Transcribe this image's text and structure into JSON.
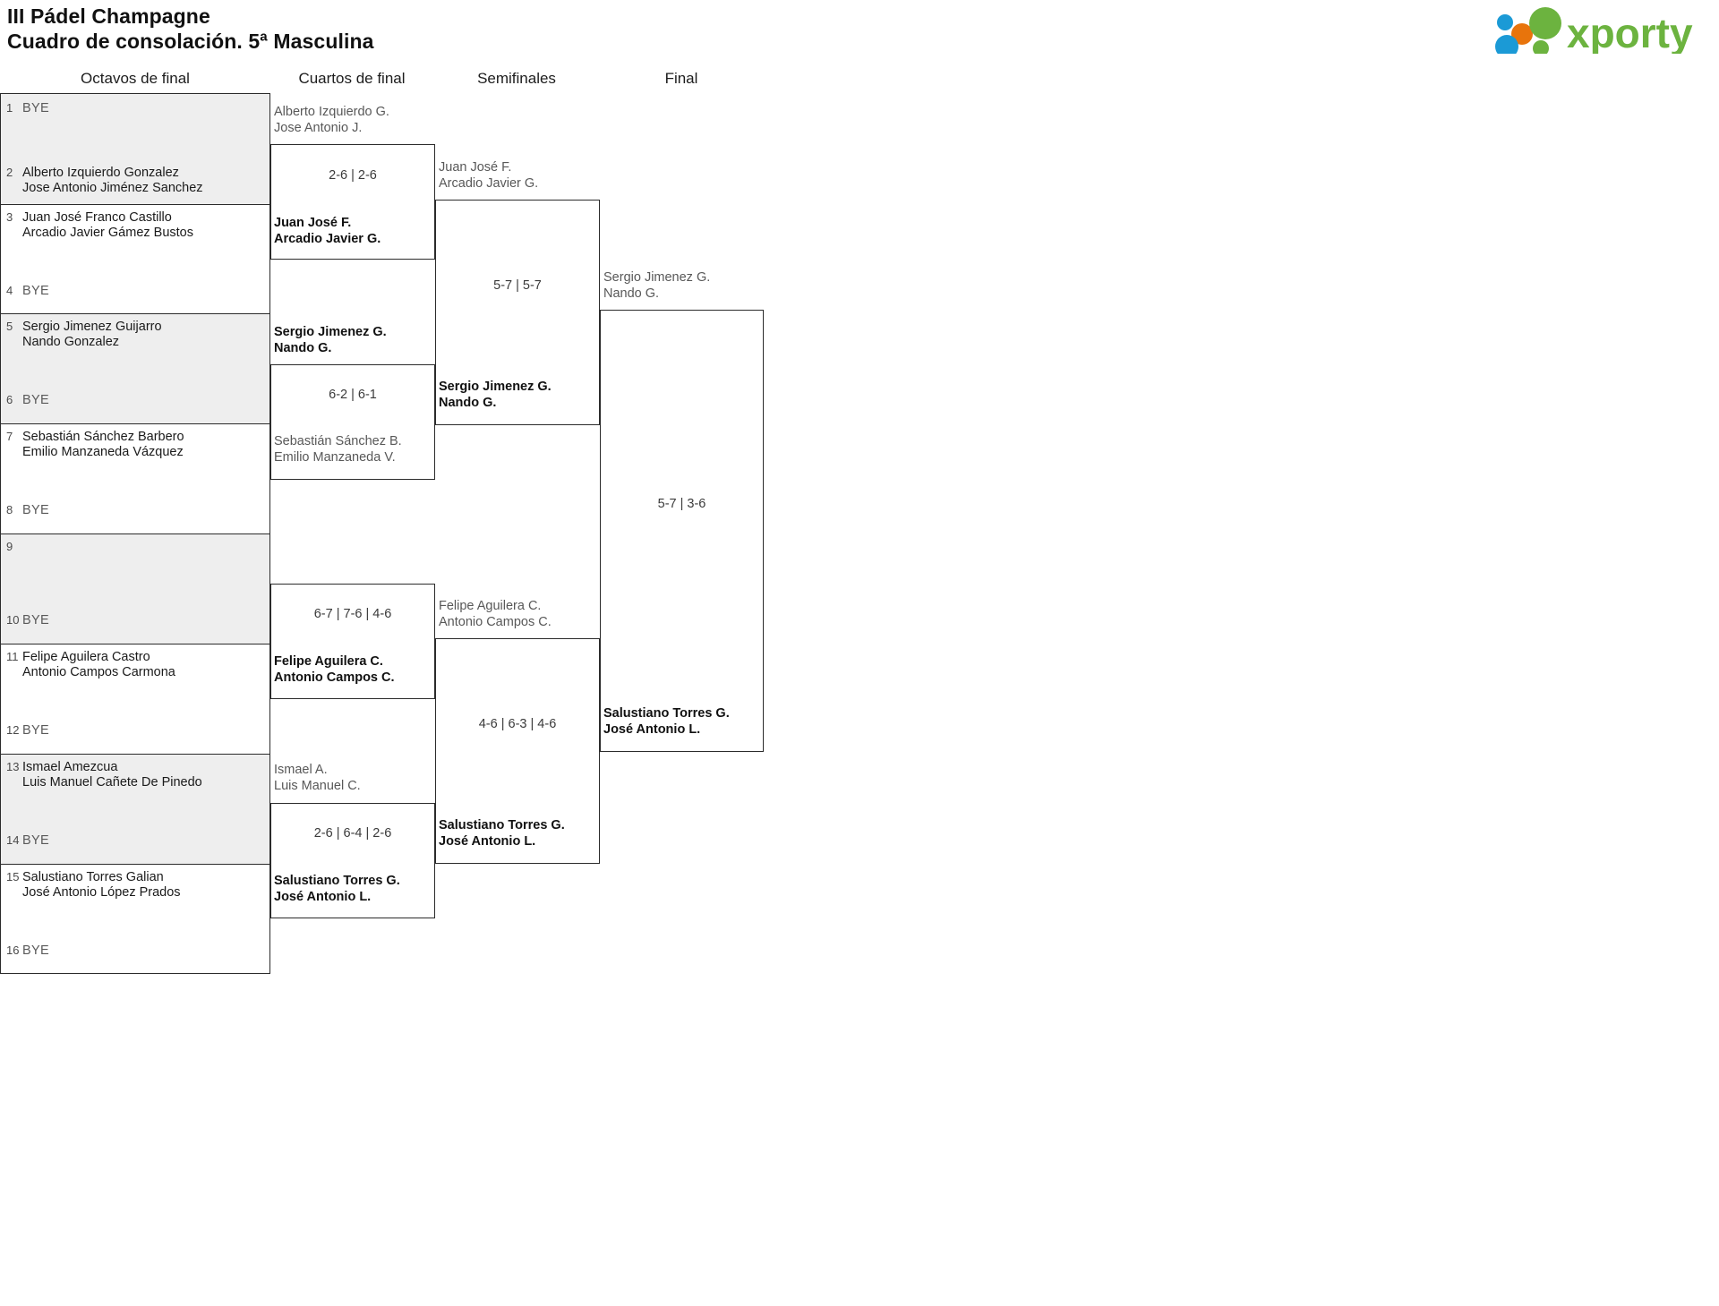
{
  "header": {
    "tournament": "III Pádel Champagne",
    "subtitle": "Cuadro de consolación. 5ª Masculina"
  },
  "logo": {
    "wordmark": "xporty",
    "colors": {
      "green": "#6cb33f",
      "orange": "#e8740c",
      "blue": "#1b9ad6"
    }
  },
  "rounds": [
    {
      "id": "octavos",
      "label": "Octavos de final"
    },
    {
      "id": "cuartos",
      "label": "Cuartos de final"
    },
    {
      "id": "semis",
      "label": "Semifinales"
    },
    {
      "id": "final",
      "label": "Final"
    }
  ],
  "round1": {
    "slots": [
      {
        "seed": "1",
        "bye": true,
        "line1": "BYE",
        "line2": ""
      },
      {
        "seed": "2",
        "bye": false,
        "line1": "Alberto Izquierdo Gonzalez",
        "line2": "Jose Antonio Jiménez Sanchez"
      },
      {
        "seed": "3",
        "bye": false,
        "line1": "Juan José Franco Castillo",
        "line2": "Arcadio Javier Gámez Bustos"
      },
      {
        "seed": "4",
        "bye": true,
        "line1": "BYE",
        "line2": ""
      },
      {
        "seed": "5",
        "bye": false,
        "line1": "Sergio Jimenez Guijarro",
        "line2": "Nando Gonzalez"
      },
      {
        "seed": "6",
        "bye": true,
        "line1": "BYE",
        "line2": ""
      },
      {
        "seed": "7",
        "bye": false,
        "line1": "Sebastián Sánchez Barbero",
        "line2": "Emilio Manzaneda Vázquez"
      },
      {
        "seed": "8",
        "bye": true,
        "line1": "BYE",
        "line2": ""
      },
      {
        "seed": "9",
        "bye": false,
        "line1": "",
        "line2": ""
      },
      {
        "seed": "10",
        "bye": true,
        "line1": "BYE",
        "line2": ""
      },
      {
        "seed": "11",
        "bye": false,
        "line1": "Felipe Aguilera Castro",
        "line2": "Antonio Campos Carmona"
      },
      {
        "seed": "12",
        "bye": true,
        "line1": "BYE",
        "line2": ""
      },
      {
        "seed": "13",
        "bye": false,
        "line1": "Ismael Amezcua",
        "line2": "Luis Manuel Cañete De Pinedo"
      },
      {
        "seed": "14",
        "bye": true,
        "line1": "BYE",
        "line2": ""
      },
      {
        "seed": "15",
        "bye": false,
        "line1": "Salustiano Torres Galian",
        "line2": "José Antonio López Prados"
      },
      {
        "seed": "16",
        "bye": true,
        "line1": "BYE",
        "line2": ""
      }
    ]
  },
  "quarterfinals": [
    {
      "id": "qf1",
      "loser": {
        "line1": "Alberto Izquierdo G.",
        "line2": "Jose Antonio J."
      },
      "score": "2-6 | 2-6",
      "winner": {
        "line1": "Juan José F.",
        "line2": "Arcadio Javier G."
      }
    },
    {
      "id": "qf2",
      "loser": {
        "line1": "Sebastián Sánchez B.",
        "line2": "Emilio Manzaneda V."
      },
      "score": "6-2 | 6-1",
      "winner": {
        "line1": "Sergio Jimenez G.",
        "line2": "Nando G."
      }
    },
    {
      "id": "qf3",
      "loser": {
        "line1": "",
        "line2": ""
      },
      "score": "6-7 | 7-6 | 4-6",
      "winner": {
        "line1": "Felipe Aguilera C.",
        "line2": "Antonio Campos C."
      }
    },
    {
      "id": "qf4",
      "loser": {
        "line1": "Ismael A.",
        "line2": "Luis Manuel C."
      },
      "score": "2-6 | 6-4 | 2-6",
      "winner": {
        "line1": "Salustiano Torres G.",
        "line2": "José Antonio L."
      }
    }
  ],
  "semifinals": [
    {
      "id": "sf1",
      "loser": {
        "line1": "Juan José F.",
        "line2": "Arcadio Javier G."
      },
      "score": "5-7 | 5-7",
      "winner": {
        "line1": "Sergio Jimenez G.",
        "line2": "Nando G."
      }
    },
    {
      "id": "sf2",
      "loser": {
        "line1": "Felipe Aguilera C.",
        "line2": "Antonio Campos C."
      },
      "score": "4-6 | 6-3 | 4-6",
      "winner": {
        "line1": "Salustiano Torres G.",
        "line2": "José Antonio L."
      }
    }
  ],
  "final": {
    "id": "f1",
    "loser": {
      "line1": "Sergio Jimenez G.",
      "line2": "Nando G."
    },
    "score": "5-7 | 3-6",
    "winner": {
      "line1": "Salustiano Torres G.",
      "line2": "José Antonio L."
    }
  }
}
